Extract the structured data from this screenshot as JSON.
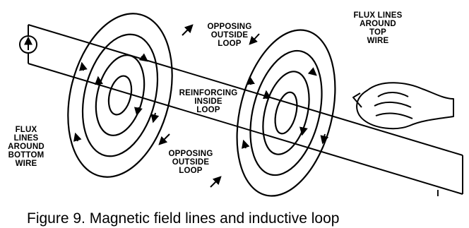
{
  "labels": {
    "current_source": "I",
    "current_end": "I",
    "opposing_outside_top": "OPPOSING\nOUTSIDE\nLOOP",
    "opposing_outside_bottom": "OPPOSING\nOUTSIDE\nLOOP",
    "reinforcing_inside": "REINFORCING\nINSIDE\nLOOP",
    "flux_top": "FLUX LINES\nAROUND\nTOP\nWIRE",
    "flux_bottom": "FLUX\nLINES\nAROUND\nBOTTOM\nWIRE"
  },
  "caption": "Figure 9. Magnetic field lines and inductive loop"
}
